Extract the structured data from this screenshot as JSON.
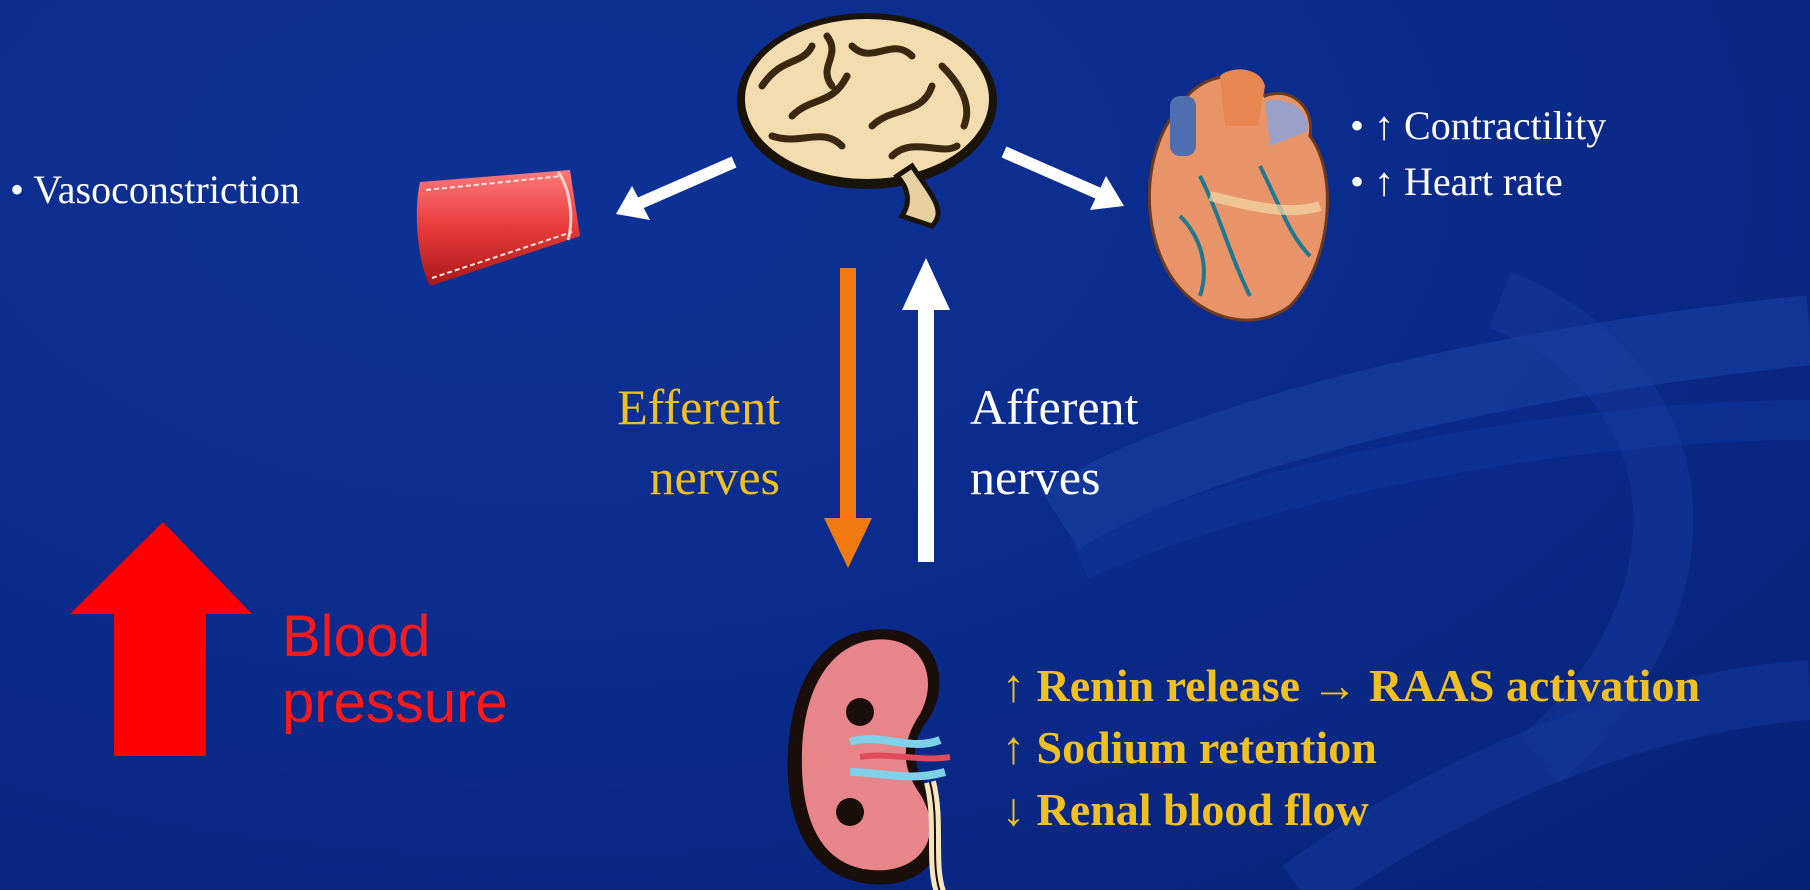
{
  "left_effect": {
    "bullet": "•",
    "text": "Vasoconstriction"
  },
  "heart_effects": [
    {
      "bullet": "•",
      "arrow": "↑",
      "text": "Contractility"
    },
    {
      "bullet": "•",
      "arrow": "↑",
      "text": "Heart rate"
    }
  ],
  "efferent": {
    "line1": "Efferent",
    "line2": "nerves"
  },
  "afferent": {
    "line1": "Afferent",
    "line2": "nerves"
  },
  "kidney_effects": [
    {
      "arrow": "↑",
      "text": "Renin release",
      "link": "→",
      "text2": "RAAS activation"
    },
    {
      "arrow": "↑",
      "text": "Sodium retention"
    },
    {
      "arrow": "↓",
      "text": "Renal blood flow"
    }
  ],
  "blood_pressure": {
    "line1": "Blood",
    "line2": "pressure",
    "arrow": "↑"
  },
  "colors": {
    "background": "#0a2a8e",
    "efferent_text": "#f0c020",
    "efferent_arrow": "#f07a10",
    "afferent_arrow": "#ffffff",
    "kidney_text": "#f0c020",
    "bp_text": "#ff1a1a",
    "bp_arrow": "#ff0000"
  }
}
